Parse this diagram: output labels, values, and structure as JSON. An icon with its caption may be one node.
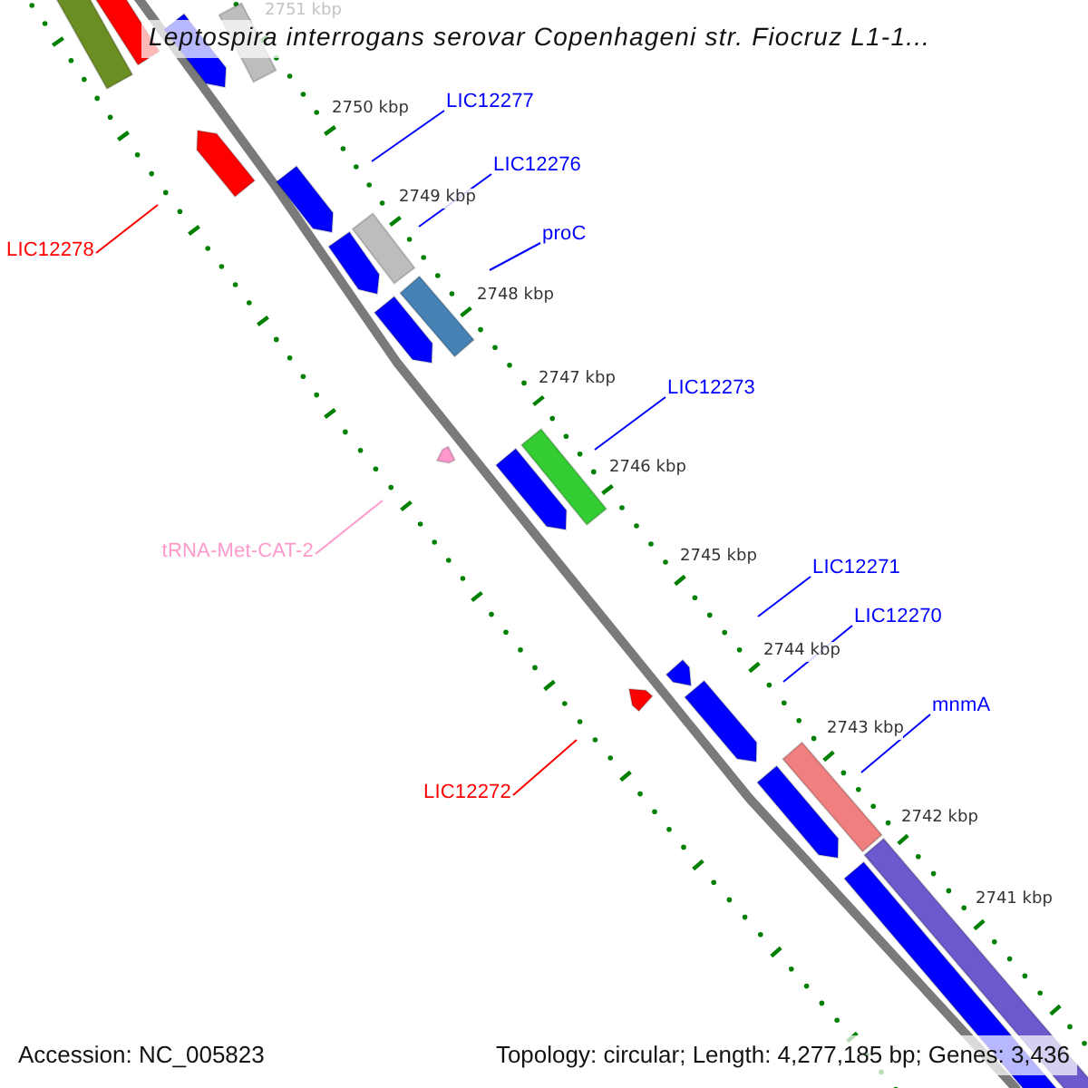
{
  "diagram": {
    "title": "Leptospira interrogans serovar Copenhageni str. Fiocruz L1-1...",
    "nodes": [
      {
        "text": [
          "LIC12277"
        ]
      },
      {
        "text": [
          "LIC12276"
        ]
      },
      {
        "text": [
          "proC"
        ]
      },
      {
        "text": [
          "LIC12278"
        ]
      },
      {
        "text": [
          "LIC12273"
        ]
      },
      {
        "text": [
          "tRNA-Met-CAT-2"
        ]
      },
      {
        "text": [
          "LIC12271"
        ]
      },
      {
        "text": [
          "LIC12270"
        ]
      },
      {
        "text": [
          "mnmA"
        ]
      },
      {
        "text": [
          "LIC12272"
        ]
      }
    ],
    "edges": [
      {
        "from": 0,
        "to": null,
        "arrow": "none"
      },
      {
        "from": 1,
        "to": null,
        "arrow": "none"
      },
      {
        "from": 2,
        "to": null,
        "arrow": "none"
      },
      {
        "from": 3,
        "to": null,
        "arrow": "none",
        "color": "#ff0000"
      },
      {
        "from": 4,
        "to": null,
        "arrow": "none"
      },
      {
        "from": 5,
        "to": null,
        "arrow": "none",
        "color": "#ff99cc"
      },
      {
        "from": 6,
        "to": null,
        "arrow": "none"
      },
      {
        "from": 7,
        "to": null,
        "arrow": "none"
      },
      {
        "from": 8,
        "to": null,
        "arrow": "none"
      },
      {
        "from": 9,
        "to": null,
        "arrow": "none",
        "color": "#ff0000"
      }
    ],
    "labels": [
      "2751 kbp",
      "2750 kbp",
      "2749 kbp",
      "2748 kbp",
      "2747 kbp",
      "2746 kbp",
      "2745 kbp",
      "2744 kbp",
      "2743 kbp",
      "2742 kbp",
      "2741 kbp",
      "Accession: NC_005823",
      "Topology: circular; Length: 4,277,185 bp; Genes: 3,436"
    ]
  }
}
